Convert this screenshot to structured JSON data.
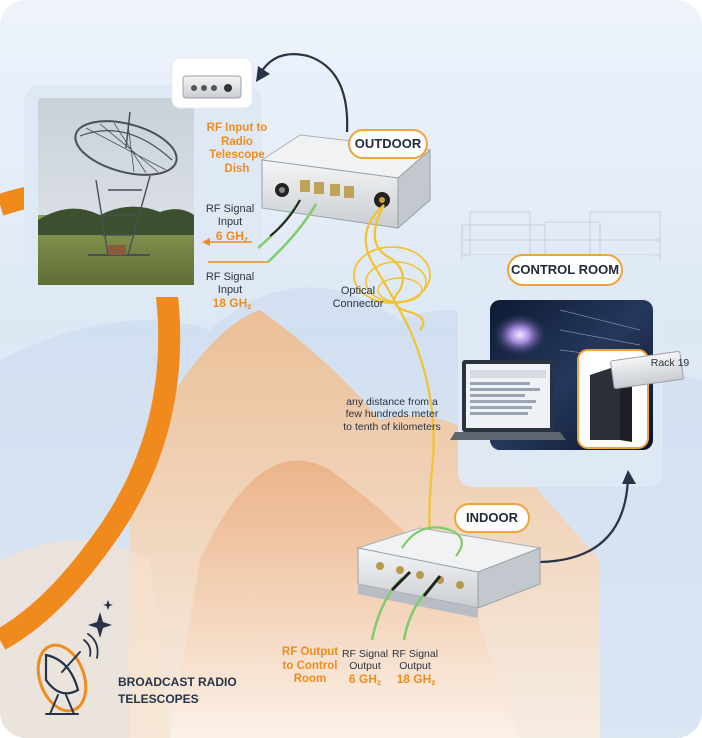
{
  "labels": {
    "outdoor": "OUTDOOR",
    "control_room": "CONTROL ROOM",
    "indoor": "INDOOR",
    "rf_input_dish": "RF Input to Radio Telescope Dish",
    "rf_signal_input_6": "RF Signal Input",
    "freq_6_input": "6 GH",
    "rf_signal_input_18": "RF Signal Input",
    "freq_18_input": "18 GH",
    "optical_connector": "Optical Connector",
    "distance_note": "any distance from a few hundreds meter to tenth of kilometers",
    "rack": "Rack 19",
    "rf_output_control": "RF Output to Control Room",
    "rf_signal_output_6": "RF Signal Output",
    "freq_6_output": "6 GH",
    "rf_signal_output_18": "RF Signal Output",
    "freq_18_output": "18 GH",
    "freq_subscript": "z",
    "brand_line1": "BROADCAST RADIO",
    "brand_line2": "TELESCOPES"
  },
  "icons": {
    "brand": "radio-telescope-icon",
    "sparkles": "sparkle-icon"
  },
  "colors": {
    "accent_orange": "#ee8c1d",
    "navy_arrow": "#26344a",
    "fiber_yellow": "#f2c230",
    "cable_green": "#7fcc6a",
    "panel_blue": "#dfe9f6"
  }
}
